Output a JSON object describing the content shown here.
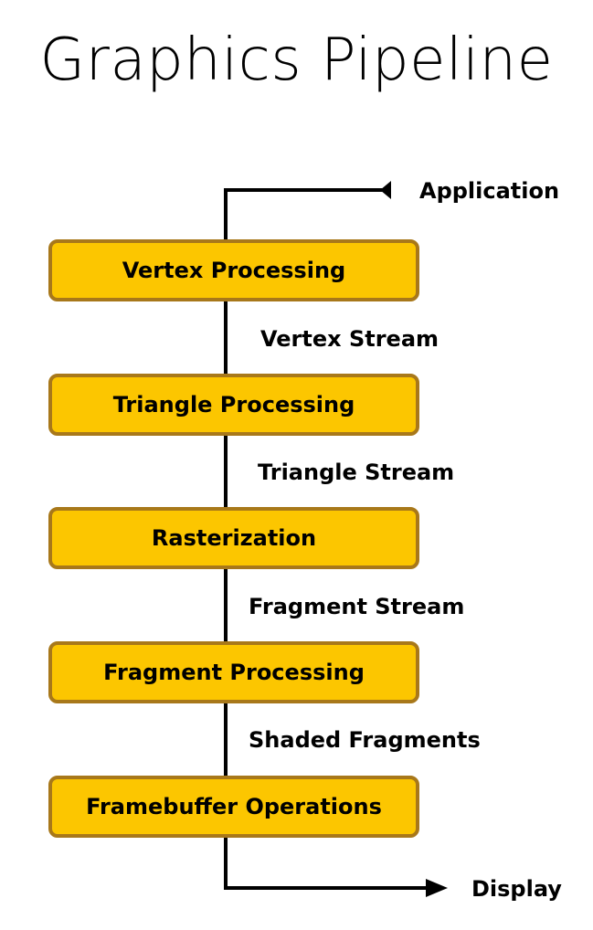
{
  "title": "Graphics Pipeline",
  "input_label": "Application",
  "output_label": "Display",
  "stages": [
    "Vertex Processing",
    "Triangle Processing",
    "Rasterization",
    "Fragment Processing",
    "Framebuffer Operations"
  ],
  "streams": [
    "Vertex Stream",
    "Triangle Stream",
    "Fragment Stream",
    "Shaded Fragments"
  ],
  "colors": {
    "stage_fill": "#fcc600",
    "stage_border": "#a8781a",
    "line": "#000000"
  }
}
